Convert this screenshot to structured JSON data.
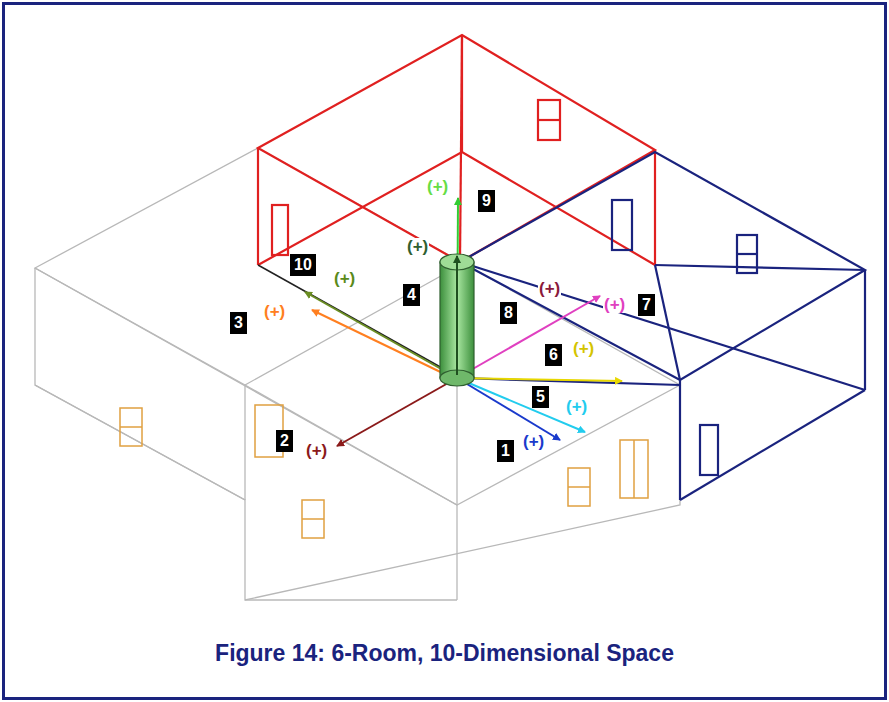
{
  "diagram": {
    "caption": "Figure 14: 6-Room, 10-Dimensional Space",
    "labels": [
      "9",
      "(+)",
      "(+)",
      "10",
      "(+)",
      "4",
      "3",
      "(+)",
      "8",
      "(+)",
      "(+)",
      "7",
      "6",
      "(+)",
      "5",
      "(+)",
      "2",
      "(+)",
      "1",
      "(+)"
    ]
  }
}
